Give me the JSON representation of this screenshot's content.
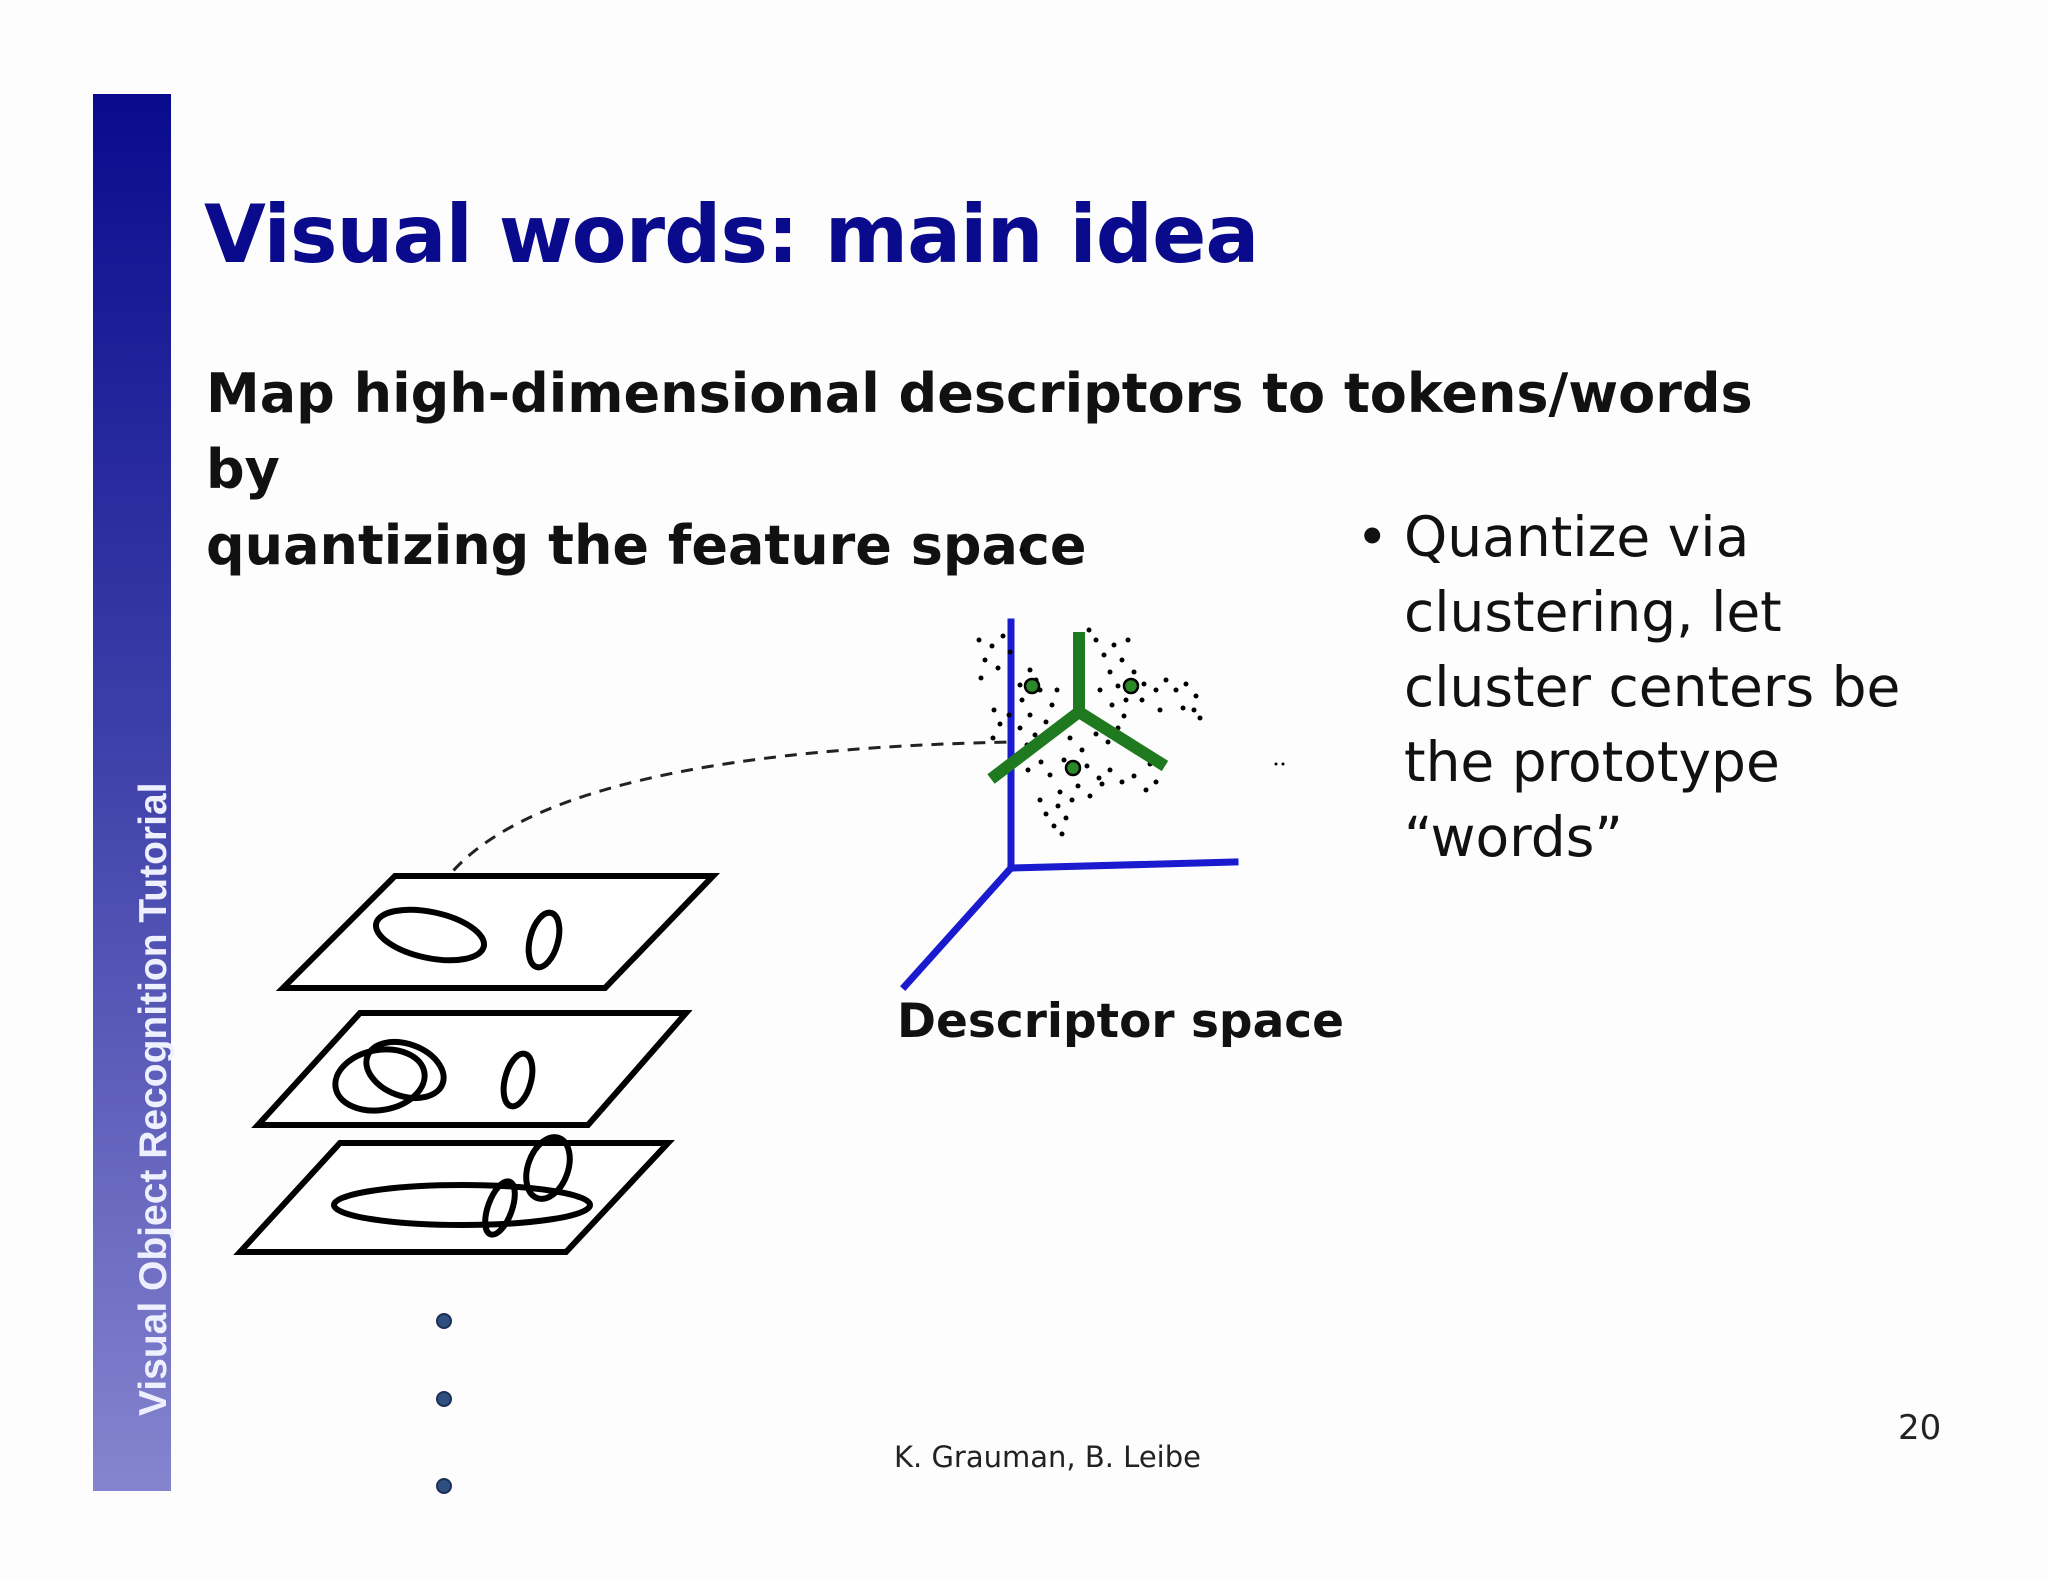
{
  "sidebar": {
    "label": "Visual Object Recognition Tutorial"
  },
  "slide": {
    "title": "Visual words: main idea",
    "subtitle": "Map high-dimensional descriptors to tokens/words by\nquantizing the feature space",
    "bullet": {
      "marker": "•",
      "text": "Quantize via\nclustering, let\ncluster centers be\nthe prototype\n“words”"
    },
    "descriptor_space_label": "Descriptor space",
    "credit": "K. Grauman, B. Leibe",
    "page_number": "20"
  },
  "colors": {
    "title": "#0a0a8c",
    "sidebar_top": "#090b8e",
    "sidebar_bottom": "#8584cf",
    "axis": "#1a1acf",
    "cluster_edges": "#1f7a1f",
    "cluster_center": "#2a8a2a",
    "ellipsis_dots": "#2f4f80"
  },
  "icons": {
    "feature_frames": "stacked-image-frames-icon",
    "descriptor_axes": "3d-axes-icon",
    "cluster_partition": "voronoi-y-icon"
  }
}
